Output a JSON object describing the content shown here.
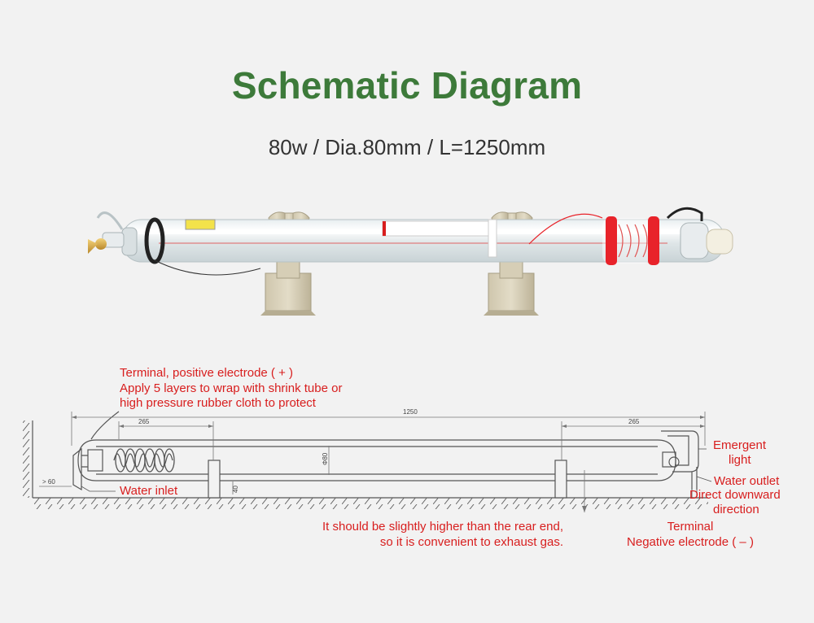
{
  "header": {
    "title": "Schematic Diagram",
    "subtitle": "80w / Dia.80mm / L=1250mm"
  },
  "colors": {
    "title": "#3d7a3a",
    "labels": "#d81e1e",
    "lines": "#555555",
    "background": "#f2f2f2"
  },
  "dimensions": {
    "overall_length": "1250",
    "left_span": "265",
    "right_span": "265",
    "diameter": "Φ80",
    "left_offset": "> 60",
    "height_gap": "40"
  },
  "annotations": {
    "positive_terminal": [
      "Terminal, positive electrode ( + )",
      "Apply 5 layers to wrap with shrink tube or",
      "high pressure rubber cloth to protect"
    ],
    "water_inlet": "Water inlet",
    "emergent_light": [
      "Emergent",
      "light"
    ],
    "water_outlet": "Water outlet",
    "direct_downward": [
      "Direct downward",
      "direction"
    ],
    "exhaust_note": [
      "It should be slightly higher than the rear end,",
      "so it is convenient to exhaust gas."
    ],
    "negative_terminal": [
      "Terminal",
      "Negative electrode ( – )"
    ]
  }
}
